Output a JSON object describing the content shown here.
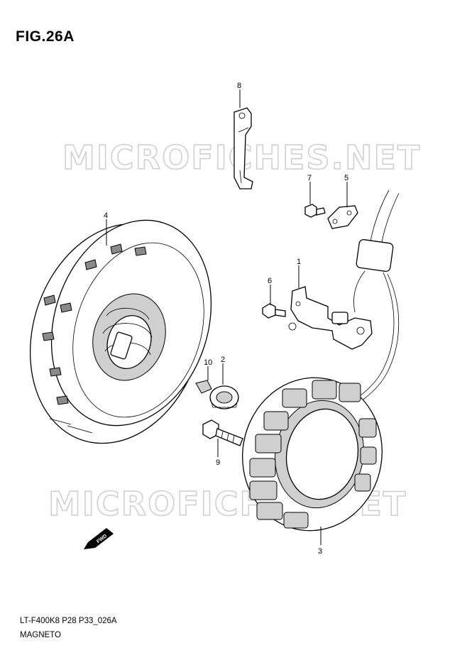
{
  "figure": {
    "title": "FIG.26A",
    "code": "LT-F400K8 P28 P33_026A",
    "name": "MAGNETO"
  },
  "watermark": {
    "text": "MICROFICHES.NET"
  },
  "direction_badge": {
    "text": "FWD"
  },
  "callouts": [
    {
      "id": "1",
      "label": "1"
    },
    {
      "id": "2",
      "label": "2"
    },
    {
      "id": "3",
      "label": "3"
    },
    {
      "id": "4",
      "label": "4"
    },
    {
      "id": "5",
      "label": "5"
    },
    {
      "id": "6",
      "label": "6"
    },
    {
      "id": "7",
      "label": "7"
    },
    {
      "id": "8",
      "label": "8"
    },
    {
      "id": "9",
      "label": "9"
    },
    {
      "id": "10",
      "label": "10"
    }
  ]
}
